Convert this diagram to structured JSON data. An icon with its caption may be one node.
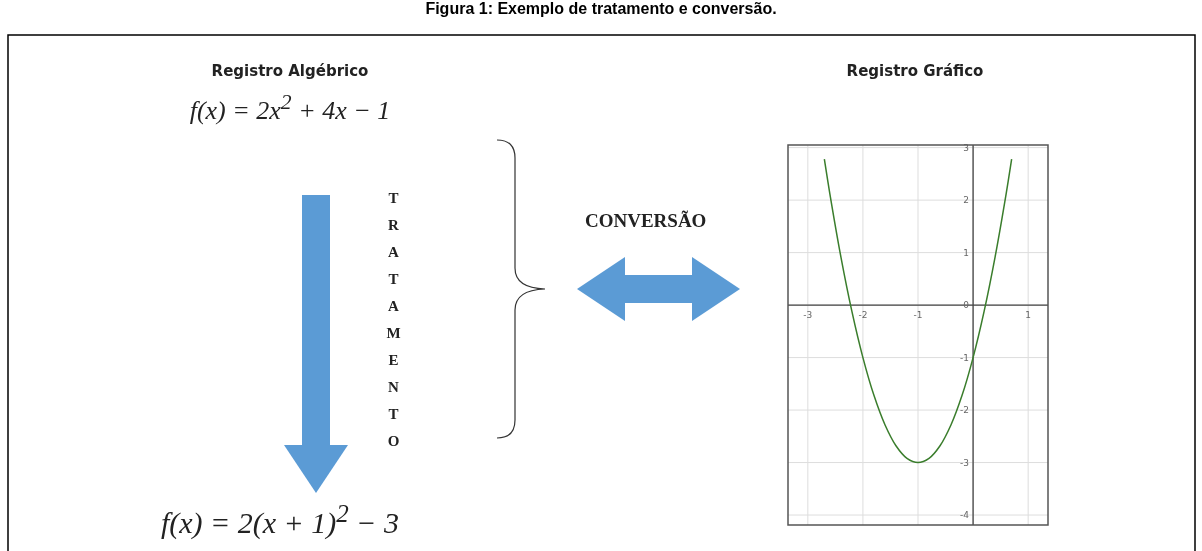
{
  "diagram": {
    "title": "Figura 1: Exemplo de tratamento e conversão.",
    "nodes": [
      {
        "text": [
          "Registro Algébrico",
          "f(x) = 2x$^{2}$ + 4x − 1"
        ]
      },
      {
        "text": [
          "f(x) = 2(x + 1)$^{2}$ − 3"
        ]
      },
      {
        "text": [
          "Registro Gráfico"
        ]
      },
      {
        "text": [],
        "shape": "bracket"
      }
    ],
    "edges": [
      {
        "from": 0,
        "to": 1,
        "arrow": "to",
        "label": "TRATAMENTO"
      },
      {
        "from": 3,
        "to": 2,
        "arrow": "both",
        "label": "CONVERSÃO"
      }
    ],
    "chart_data": {
      "type": "line",
      "x": [
        -2.7,
        -2.6,
        -2.4,
        -2.2,
        -2.0,
        -1.8,
        -1.6,
        -1.4,
        -1.2,
        -1.0,
        -0.8,
        -0.6,
        -0.4,
        -0.2,
        0,
        0.2,
        0.4,
        0.6,
        0.7
      ],
      "series": [
        {
          "color": "#3a7d2c",
          "values": [
            2.78,
            2.12,
            0.92,
            -0.12,
            -1,
            -1.72,
            -2.28,
            -2.68,
            -2.92,
            -3,
            -2.92,
            -2.68,
            -2.28,
            -1.72,
            -1,
            -0.12,
            0.92,
            2.12,
            2.78
          ]
        }
      ],
      "grid": true,
      "xlim": [
        -3.36,
        1.36
      ],
      "ylim": [
        -4.19,
        3.05
      ],
      "xticks": [
        -3,
        -2,
        -1,
        1
      ],
      "yticks": [
        -4,
        -3,
        -2,
        -1,
        0,
        1,
        2,
        3
      ]
    }
  }
}
